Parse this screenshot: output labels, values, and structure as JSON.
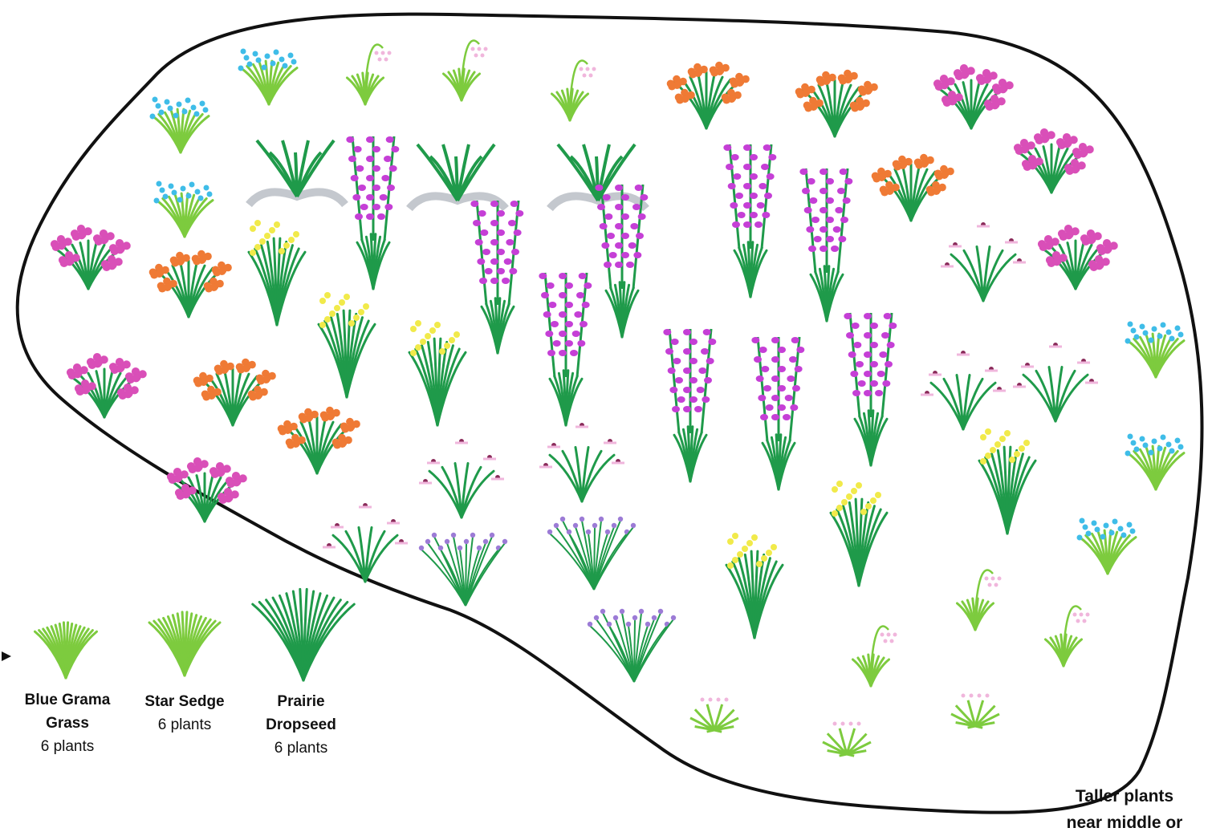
{
  "legend": {
    "items": [
      {
        "name_line1": "Blue Grama",
        "name_line2": "Grass",
        "count": "6 plants",
        "icon": "blue-grama-grass-icon"
      },
      {
        "name_line1": "Star Sedge",
        "name_line2": "",
        "count": "6 plants",
        "icon": "star-sedge-icon"
      },
      {
        "name_line1": "Prairie",
        "name_line2": "Dropseed",
        "count": "6 plants",
        "icon": "prairie-dropseed-icon"
      }
    ]
  },
  "note": {
    "line1": "Taller plants",
    "line2": "near middle or"
  },
  "colors": {
    "outline": "#111111",
    "stem_dark": "#1f9a4a",
    "stem_light": "#7dcb3e",
    "pink": "#d94fb8",
    "orange": "#ef7a35",
    "magenta_spike": "#c53fd6",
    "yellow": "#f1ea4a",
    "blue": "#3fbde8",
    "lilac": "#9c7bd6",
    "pale_pink": "#f0b6dc",
    "silver": "#c4c8ce"
  }
}
